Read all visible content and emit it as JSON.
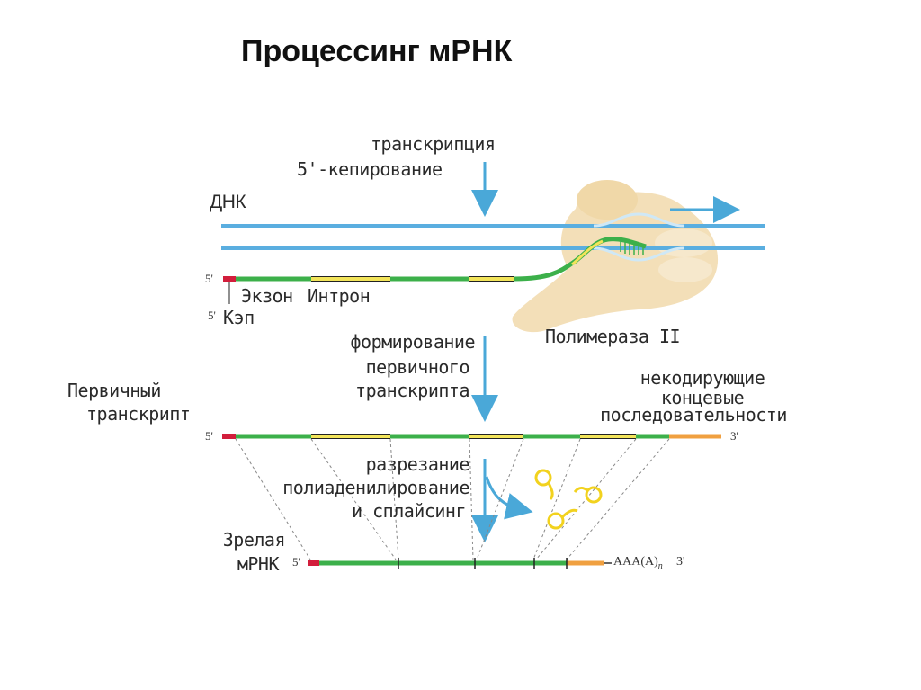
{
  "title": "Процессинг мРНК",
  "labels": {
    "transcription": "транскрипция",
    "capping": "5'-кепирование",
    "dna": "ДНК",
    "exon": "Экзон",
    "intron": "Интрон",
    "cap": "Кэп",
    "five_prime": "5'",
    "three_prime": "3'",
    "polymerase": "Полимераза II",
    "formation_1": "формирование",
    "formation_2": "первичного",
    "formation_3": "транскрипта",
    "primary_1": "Первичный",
    "primary_2": "транскрипт",
    "noncoding_1": "некодирующие",
    "noncoding_2": "концевые",
    "noncoding_3": "последовательности",
    "cut_1": "разрезание",
    "cut_2": "полиаденилирование",
    "cut_3": "и сплайсинг",
    "mature_1": "Зрелая",
    "mature_2": "мРНК",
    "polya": "AAA(A)",
    "polya_sub": "n"
  },
  "colors": {
    "dna": "#5aaee0",
    "exon": "#3cb04a",
    "intron": "#f2e45a",
    "cap": "#d21e3c",
    "utr": "#f0a040",
    "arrow": "#4aa8d8",
    "polymerase": "#f3dfb8",
    "lariat": "#f2d21e"
  }
}
